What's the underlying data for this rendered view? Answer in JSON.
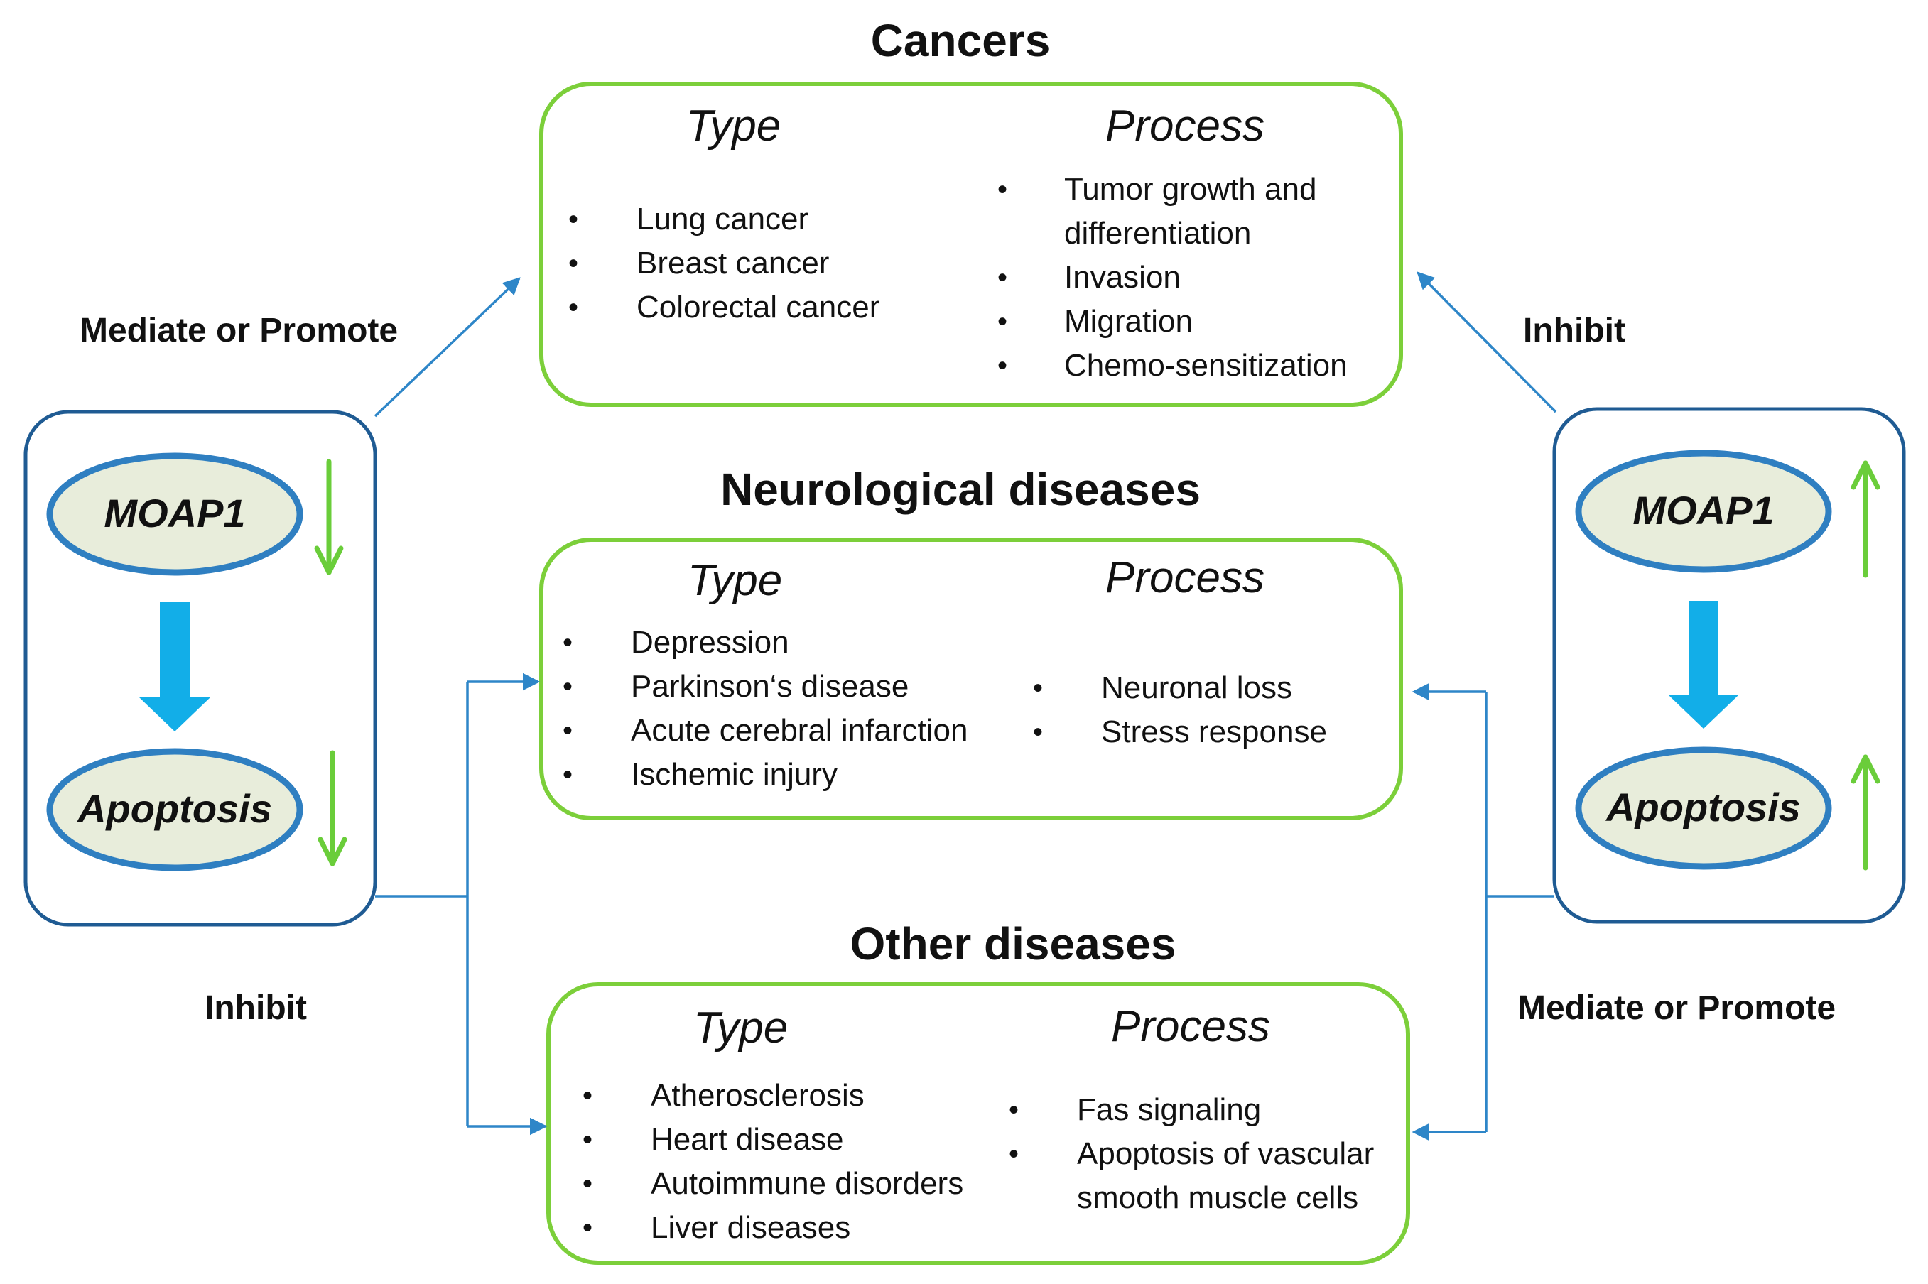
{
  "left_panel": {
    "moap1": "MOAP1",
    "apoptosis": "Apoptosis",
    "top_relation": "Mediate or Promote",
    "bottom_relation": "Inhibit"
  },
  "right_panel": {
    "moap1": "MOAP1",
    "apoptosis": "Apoptosis",
    "top_relation": "Inhibit",
    "bottom_relation": "Mediate or Promote"
  },
  "sections": {
    "cancers": {
      "title": "Cancers",
      "type_heading": "Type",
      "process_heading": "Process",
      "types": [
        "Lung cancer",
        "Breast cancer",
        "Colorectal cancer"
      ],
      "processes": [
        "Tumor growth and differentiation",
        "Invasion",
        "Migration",
        "Chemo-sensitization"
      ]
    },
    "neurological": {
      "title": "Neurological diseases",
      "type_heading": "Type",
      "process_heading": "Process",
      "types": [
        "Depression",
        "Parkinson‘s disease",
        "Acute cerebral infarction",
        "Ischemic injury"
      ],
      "processes": [
        "Neuronal loss",
        "Stress response"
      ]
    },
    "other": {
      "title": "Other diseases",
      "type_heading": "Type",
      "process_heading": "Process",
      "types": [
        "Atherosclerosis",
        "Heart disease",
        "Autoimmune disorders",
        "Liver diseases"
      ],
      "processes": [
        "Fas signaling",
        "Apoptosis of vascular smooth muscle cells"
      ]
    }
  },
  "colors": {
    "green_border": "#7ccf3a",
    "blue_border": "#1f5b93",
    "oval_fill": "#e8eddb",
    "oval_border": "#2f7fc1",
    "big_arrow": "#12aee8",
    "small_arrow": "#6acd3a",
    "connector": "#2e86c8"
  }
}
